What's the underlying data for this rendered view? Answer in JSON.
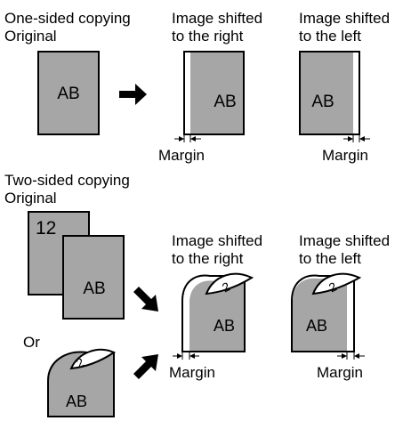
{
  "one_sided": {
    "heading": "One-sided copying",
    "original_label": "Original",
    "page_text": "AB",
    "shift_right_line1": "Image shifted",
    "shift_right_line2": "to the right",
    "shift_left_line1": "Image shifted",
    "shift_left_line2": "to the left",
    "margin_label": "Margin"
  },
  "two_sided": {
    "heading": "Two-sided copying",
    "original_label": "Original",
    "back_page_text": "12",
    "page_text": "AB",
    "or_label": "Or",
    "shift_right_line1": "Image shifted",
    "shift_right_line2": "to the right",
    "shift_left_line1": "Image shifted",
    "shift_left_line2": "to the left",
    "margin_label": "Margin",
    "curl_glyph": "2"
  },
  "colors": {
    "page_fill": "#a6a6a6",
    "outline": "#000000",
    "background": "#ffffff"
  }
}
